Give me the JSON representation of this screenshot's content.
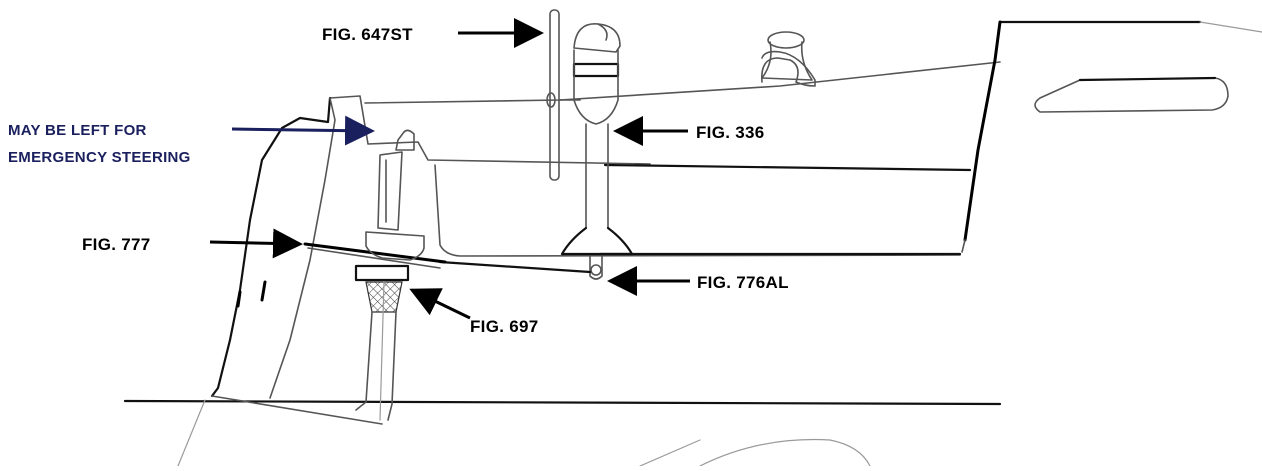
{
  "labels": {
    "fig_647st": "FIG. 647ST",
    "fig_336": "FIG. 336",
    "emergency_line1": "MAY BE LEFT FOR",
    "emergency_line2": "EMERGENCY STEERING",
    "fig_777": "FIG. 777",
    "fig_776al": "FIG. 776AL",
    "fig_697": "FIG. 697"
  },
  "colors": {
    "label_black": "#000000",
    "label_navy": "#1a1f5e",
    "arrow_black": "#000000",
    "arrow_navy": "#1a1f5e",
    "sketch_dark": "#222222",
    "sketch_grey": "#9a9a9a",
    "mesh": "#555555"
  }
}
